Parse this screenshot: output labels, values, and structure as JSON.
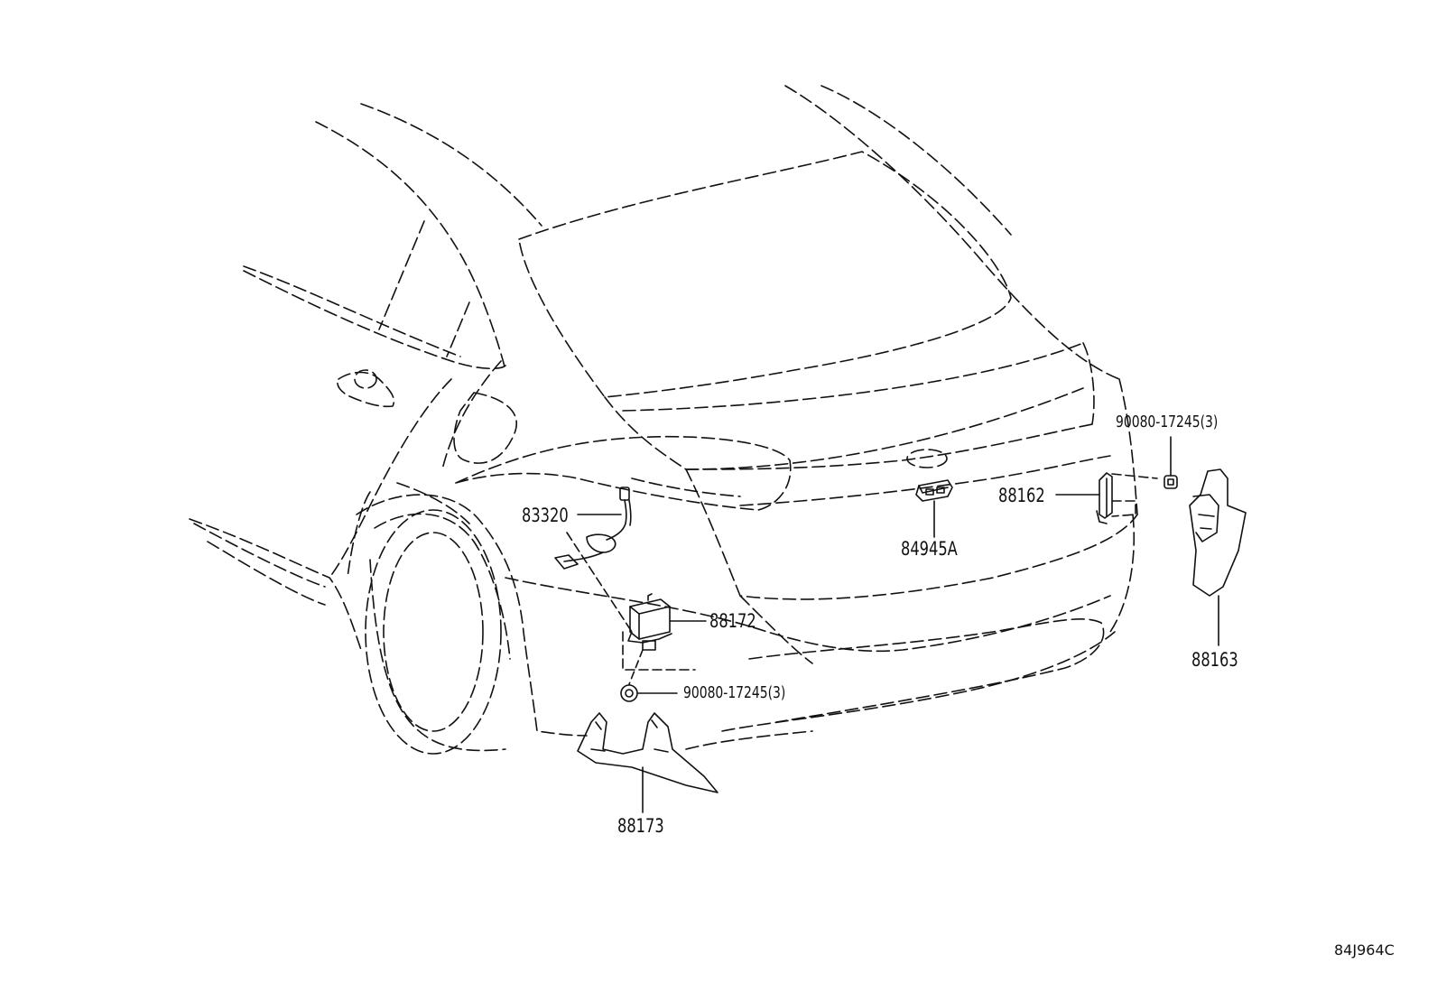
{
  "labels": {
    "p83320": "83320",
    "p88172": "88172",
    "p90080_left": "90080-17245(3)",
    "p88173": "88173",
    "p84945A": "84945A",
    "p88162": "88162",
    "p90080_right": "90080-17245(3)",
    "p88163": "88163"
  },
  "drawing_code": "84J964C"
}
